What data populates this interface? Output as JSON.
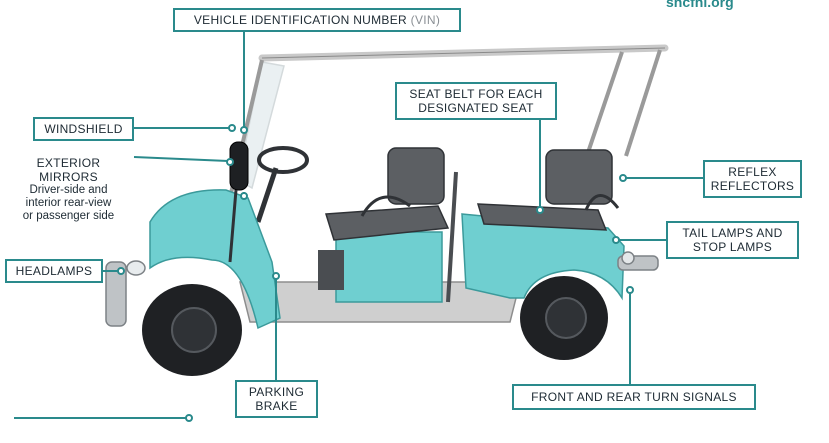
{
  "watermark": "shcfhl.org",
  "labels": {
    "vin_main": "VEHICLE IDENTIFICATION NUMBER",
    "vin_suffix": "(VIN)",
    "windshield": "WINDSHIELD",
    "exterior_mirrors": {
      "line1": "EXTERIOR",
      "line2": "MIRRORS",
      "line3": "Driver-side and",
      "line4": "interior rear-view",
      "line5": "or passenger side"
    },
    "headlamps": "HEADLAMPS",
    "seat_belt": {
      "line1": "SEAT BELT FOR EACH",
      "line2": "DESIGNATED SEAT"
    },
    "reflex_reflectors": {
      "line1": "REFLEX",
      "line2": "REFLECTORS"
    },
    "tail_lamps": {
      "line1": "TAIL LAMPS AND",
      "line2": "STOP LAMPS"
    },
    "parking_brake": {
      "line1": "PARKING",
      "line2": "BRAKE"
    },
    "turn_signals": "FRONT AND REAR TURN SIGNALS"
  },
  "colors": {
    "accent": "#2a8a8c",
    "body": "#6fcfd0",
    "seat": "#5c5f63",
    "tire": "#1f2124"
  }
}
